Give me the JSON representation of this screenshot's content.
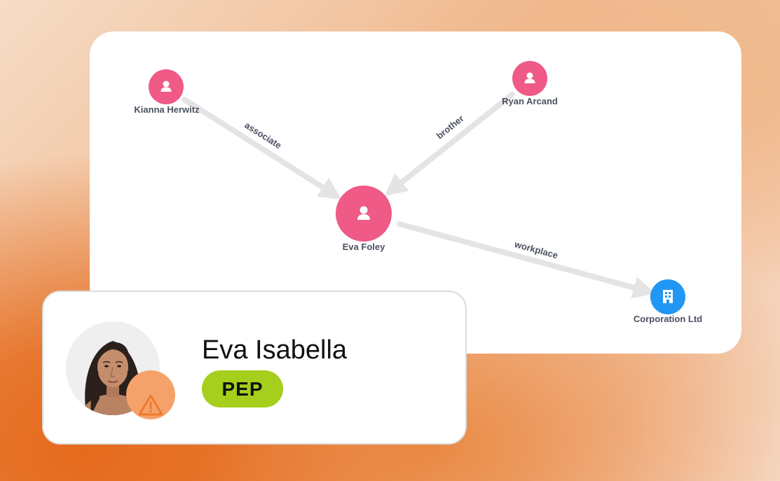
{
  "colors": {
    "person_node": "#ef5a86",
    "company_node": "#2196f3",
    "edge": "#e4e4e4",
    "pep_badge": "#a5cf1c",
    "alert_badge": "#f5a26a"
  },
  "graph": {
    "nodes": [
      {
        "id": "kianna",
        "label": "Kianna Herwitz",
        "type": "person",
        "icon": "person-icon"
      },
      {
        "id": "ryan",
        "label": "Ryan Arcand",
        "type": "person",
        "icon": "person-icon"
      },
      {
        "id": "eva",
        "label": "Eva Foley",
        "type": "person",
        "icon": "person-icon"
      },
      {
        "id": "corp",
        "label": "Corporation Ltd",
        "type": "company",
        "icon": "building-icon"
      }
    ],
    "edges": [
      {
        "from": "kianna",
        "to": "eva",
        "label": "associate"
      },
      {
        "from": "ryan",
        "to": "eva",
        "label": "brother"
      },
      {
        "from": "eva",
        "to": "corp",
        "label": "workplace"
      }
    ]
  },
  "profile": {
    "name": "Eva Isabella",
    "badge": "PEP",
    "avatar_icon": "portrait-photo",
    "alert_icon": "warning-icon"
  }
}
